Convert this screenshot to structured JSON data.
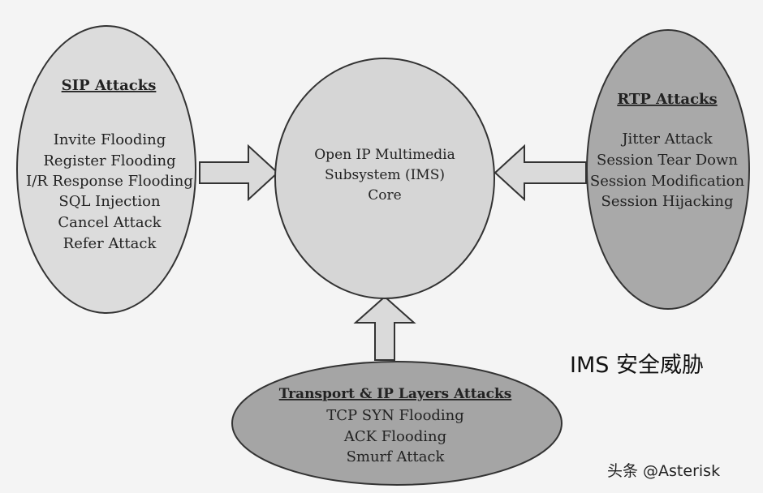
{
  "core": {
    "lines": [
      "Open IP Multimedia",
      "Subsystem (IMS)",
      "Core"
    ],
    "fill": "#d6d6d6"
  },
  "sip": {
    "title": "SIP Attacks",
    "items": [
      "Invite Flooding",
      "Register Flooding",
      "I/R Response Flooding",
      "SQL Injection",
      "Cancel Attack",
      "Refer Attack"
    ],
    "fill": "#dcdcdc"
  },
  "rtp": {
    "title": "RTP Attacks",
    "items": [
      "Jitter Attack",
      "Session Tear Down",
      "Session Modification",
      "Session Hijacking"
    ],
    "fill": "#a9a9a9"
  },
  "transport": {
    "title": "Transport & IP Layers Attacks",
    "items": [
      "TCP SYN Flooding",
      "ACK Flooding",
      "Smurf Attack"
    ],
    "fill": "#a5a5a5"
  },
  "arrow_fill": "#dadada",
  "annotation": "IMS 安全威胁",
  "credit": "头条 @Asterisk"
}
